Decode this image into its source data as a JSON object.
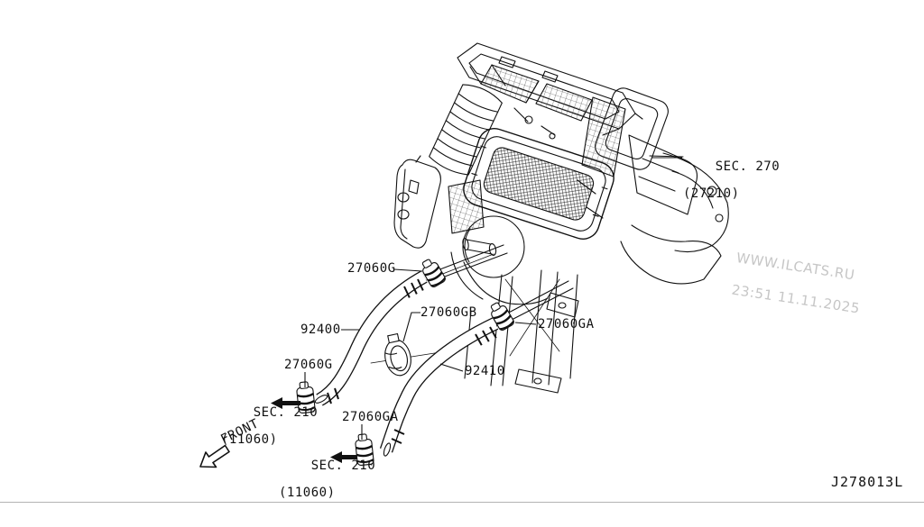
{
  "page": {
    "background": "#ffffff",
    "line_color": "#111111",
    "watermark_color": "#c6c6c6",
    "drawing_code": "J278013L"
  },
  "watermark": {
    "line1": "WWW.ILCATS.RU",
    "line2": "23:51 11.11.2025"
  },
  "front_indicator": {
    "label": "FRONT"
  },
  "callouts": {
    "sec270": {
      "text": "SEC. 270",
      "sub": "(27210)"
    },
    "clamp_27060g_upper": {
      "text": "27060G"
    },
    "hose_92400": {
      "text": "92400"
    },
    "joint_27060gb": {
      "text": "27060GB"
    },
    "clamp_27060ga_upper": {
      "text": "27060GA"
    },
    "hose_92410": {
      "text": "92410"
    },
    "clamp_27060g_lower": {
      "text": "27060G"
    },
    "sec210_left": {
      "text": "SEC. 210",
      "sub": "(11060)"
    },
    "clamp_27060ga_lower": {
      "text": "27060GA"
    },
    "sec210_bottom": {
      "text": "SEC. 210",
      "sub": "(11060)"
    }
  }
}
